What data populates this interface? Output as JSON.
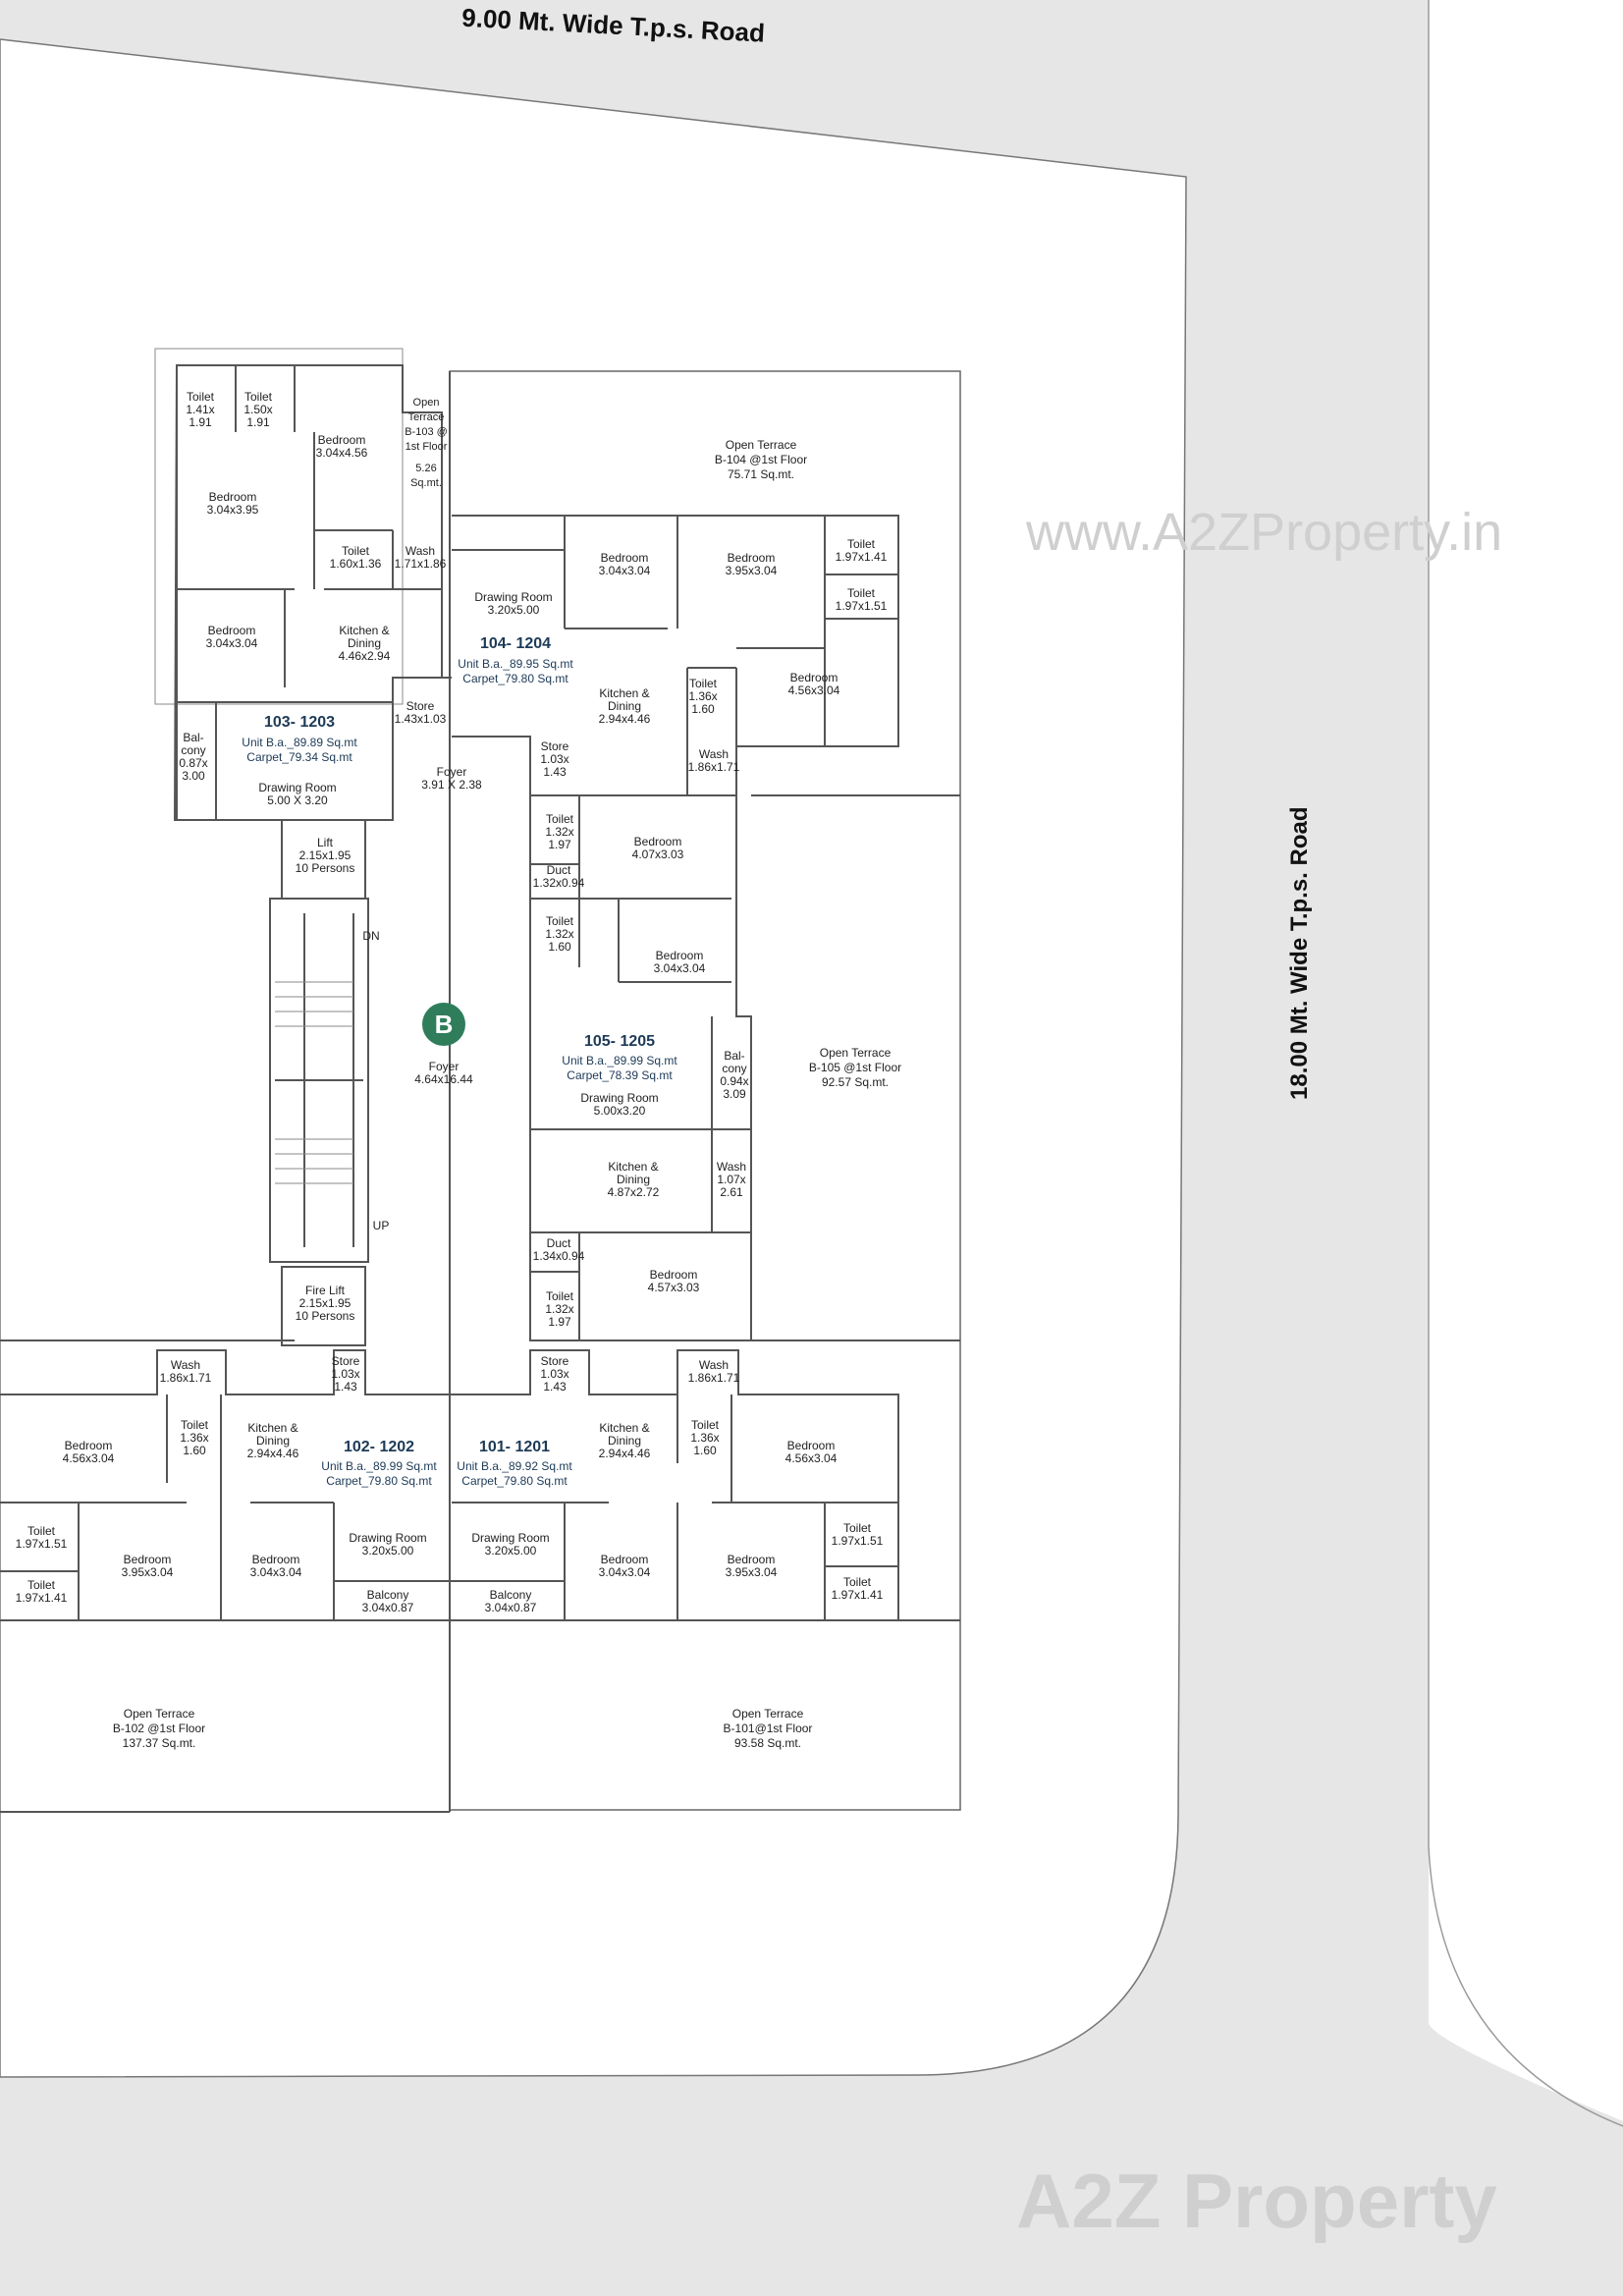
{
  "roads": {
    "top": "9.00 Mt. Wide T.p.s. Road",
    "right": "18.00 Mt. Wide T.p.s. Road"
  },
  "watermark": {
    "url": "www.A2ZProperty.in",
    "logo": "A2Z Property"
  },
  "building_badge": "B",
  "colors": {
    "badge": "#2f7d5b",
    "road_area": "#e6e6e6",
    "wall": "#555555",
    "unit_heading": "#1d3a57"
  },
  "terraces": {
    "t104": [
      "Open Terrace",
      "B-104 @1st Floor",
      "75.71 Sq.mt."
    ],
    "t105": [
      "Open Terrace",
      "B-105 @1st Floor",
      "92.57 Sq.mt."
    ],
    "t102": [
      "Open Terrace",
      "B-102 @1st Floor",
      "137.37 Sq.mt."
    ],
    "t101": [
      "Open Terrace",
      "B-101@1st Floor",
      "93.58 Sq.mt."
    ],
    "t103": [
      "Open",
      "Terrace",
      "B-103 @",
      "1st Floor",
      "5.26",
      "Sq.mt."
    ]
  },
  "units": {
    "u1203": [
      "103- 1203",
      "Unit B.a._89.89 Sq.mt",
      "Carpet_79.34 Sq.mt"
    ],
    "u1204": [
      "104- 1204",
      "Unit B.a._89.95 Sq.mt",
      "Carpet_79.80 Sq.mt"
    ],
    "u1205": [
      "105- 1205",
      "Unit B.a._89.99 Sq.mt",
      "Carpet_78.39 Sq.mt"
    ],
    "u1202": [
      "102- 1202",
      "Unit B.a._89.99 Sq.mt",
      "Carpet_79.80 Sq.mt"
    ],
    "u1201": [
      "101- 1201",
      "Unit B.a._89.92 Sq.mt",
      "Carpet_79.80 Sq.mt"
    ]
  },
  "rooms": {
    "r103_toilet1": [
      "Toilet",
      "1.41x",
      "1.91"
    ],
    "r103_toilet2": [
      "Toilet",
      "1.50x",
      "1.91"
    ],
    "r103_bed_big": [
      "Bedroom",
      "3.04x4.56"
    ],
    "r103_bed1": [
      "Bedroom",
      "3.04x3.95"
    ],
    "r103_toilet3": [
      "Toilet",
      "1.60x1.36"
    ],
    "r103_wash": [
      "Wash",
      "1.71x1.86"
    ],
    "r103_bed2": [
      "Bedroom",
      "3.04x3.04"
    ],
    "r103_kitchen": [
      "Kitchen &",
      "Dining",
      "4.46x2.94"
    ],
    "r103_store": [
      "Store",
      "1.43x1.03"
    ],
    "r103_balcony": [
      "Bal-",
      "cony",
      "0.87x",
      "3.00"
    ],
    "r103_drawing": [
      "Drawing Room",
      "5.00 X 3.20"
    ],
    "core_foyer1": [
      "Foyer",
      "3.91 X 2.38"
    ],
    "r104_drawing": [
      "Drawing Room",
      "3.20x5.00"
    ],
    "r104_bed1": [
      "Bedroom",
      "3.04x3.04"
    ],
    "r104_bed2": [
      "Bedroom",
      "3.95x3.04"
    ],
    "r104_toilet1": [
      "Toilet",
      "1.97x1.41"
    ],
    "r104_toilet2": [
      "Toilet",
      "1.97x1.51"
    ],
    "r104_kitchen": [
      "Kitchen &",
      "Dining",
      "2.94x4.46"
    ],
    "r104_toilet3": [
      "Toilet",
      "1.36x",
      "1.60"
    ],
    "r104_bed3": [
      "Bedroom",
      "4.56x3.04"
    ],
    "r104_store": [
      "Store",
      "1.03x",
      "1.43"
    ],
    "r104_wash": [
      "Wash",
      "1.86x1.71"
    ],
    "core_lift": [
      "Lift",
      "2.15x1.95",
      "10 Persons"
    ],
    "core_dn": "DN",
    "core_up": "UP",
    "core_foyer2": [
      "Foyer",
      "4.64x16.44"
    ],
    "core_firelift": [
      "Fire Lift",
      "2.15x1.95",
      "10 Persons"
    ],
    "r105_toilet1": [
      "Toilet",
      "1.32x",
      "1.97"
    ],
    "r105_duct1": [
      "Duct",
      "1.32x0.94"
    ],
    "r105_toilet2": [
      "Toilet",
      "1.32x",
      "1.60"
    ],
    "r105_bed1": [
      "Bedroom",
      "4.07x3.03"
    ],
    "r105_bed2": [
      "Bedroom",
      "3.04x3.04"
    ],
    "r105_balcony": [
      "Bal-",
      "cony",
      "0.94x",
      "3.09"
    ],
    "r105_drawing": [
      "Drawing Room",
      "5.00x3.20"
    ],
    "r105_kitchen": [
      "Kitchen &",
      "Dining",
      "4.87x2.72"
    ],
    "r105_wash": [
      "Wash",
      "1.07x",
      "2.61"
    ],
    "r105_duct2": [
      "Duct",
      "1.34x0.94"
    ],
    "r105_toilet3": [
      "Toilet",
      "1.32x",
      "1.97"
    ],
    "r105_bed3": [
      "Bedroom",
      "4.57x3.03"
    ],
    "r102_wash": [
      "Wash",
      "1.86x1.71"
    ],
    "r102_store": [
      "Store",
      "1.03x",
      "1.43"
    ],
    "r102_bed1": [
      "Bedroom",
      "4.56x3.04"
    ],
    "r102_toilet1": [
      "Toilet",
      "1.36x",
      "1.60"
    ],
    "r102_kitchen": [
      "Kitchen &",
      "Dining",
      "2.94x4.46"
    ],
    "r102_drawing": [
      "Drawing Room",
      "3.20x5.00"
    ],
    "r102_toilet2": [
      "Toilet",
      "1.97x1.51"
    ],
    "r102_toilet3": [
      "Toilet",
      "1.97x1.41"
    ],
    "r102_bed2": [
      "Bedroom",
      "3.95x3.04"
    ],
    "r102_bed3": [
      "Bedroom",
      "3.04x3.04"
    ],
    "r102_balcony": [
      "Balcony",
      "3.04x0.87"
    ],
    "r101_store": [
      "Store",
      "1.03x",
      "1.43"
    ],
    "r101_wash": [
      "Wash",
      "1.86x1.71"
    ],
    "r101_kitchen": [
      "Kitchen &",
      "Dining",
      "2.94x4.46"
    ],
    "r101_toilet1": [
      "Toilet",
      "1.36x",
      "1.60"
    ],
    "r101_bed1": [
      "Bedroom",
      "4.56x3.04"
    ],
    "r101_drawing": [
      "Drawing Room",
      "3.20x5.00"
    ],
    "r101_bed2": [
      "Bedroom",
      "3.04x3.04"
    ],
    "r101_bed3": [
      "Bedroom",
      "3.95x3.04"
    ],
    "r101_toilet2": [
      "Toilet",
      "1.97x1.51"
    ],
    "r101_toilet3": [
      "Toilet",
      "1.97x1.41"
    ],
    "r101_balcony": [
      "Balcony",
      "3.04x0.87"
    ]
  }
}
